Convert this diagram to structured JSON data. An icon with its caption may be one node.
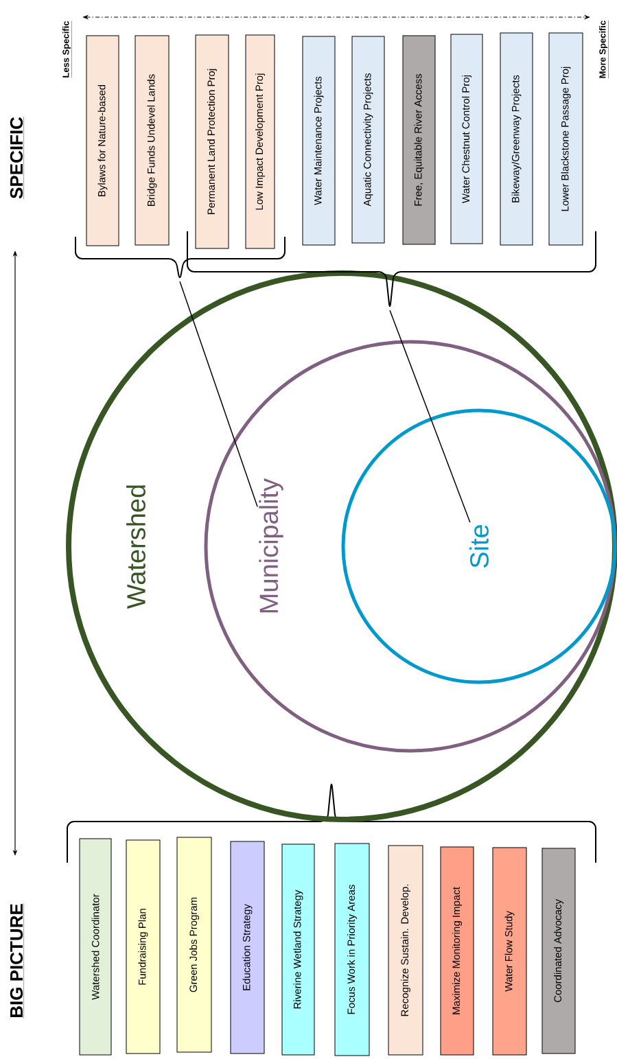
{
  "diagram": {
    "nodes": [
      {
        "text": [
          "Watershed"
        ]
      },
      {
        "text": [
          "Municipality"
        ],
        "in": 0
      },
      {
        "text": [
          "Site"
        ],
        "in": 1
      },
      {
        "text": [
          "Bylaws for Nature-based"
        ]
      },
      {
        "text": [
          "Bridge Funds Undevel Lands"
        ]
      },
      {
        "text": [
          "Permanent Land Protection Proj"
        ]
      },
      {
        "text": [
          "Low Impact Development Proj"
        ]
      },
      {
        "text": [
          "Water Maintenance Projects"
        ]
      },
      {
        "text": [
          "Aquatic Connectivity Projects"
        ]
      },
      {
        "text": [
          "Free, Equitable River Access"
        ]
      },
      {
        "text": [
          "Water Chestnut Control Proj"
        ]
      },
      {
        "text": [
          "Bikeway/Greenway Projects"
        ]
      },
      {
        "text": [
          "Lower Blackstone Passage Proj"
        ]
      },
      {
        "text": [
          "Watershed Coordinator"
        ]
      },
      {
        "text": [
          "Fundraising Plan"
        ]
      },
      {
        "text": [
          "Green Jobs Program"
        ]
      },
      {
        "text": [
          "Education Strategy"
        ]
      },
      {
        "text": [
          "Riverine Wetland Strategy"
        ]
      },
      {
        "text": [
          "Focus Work in Priority Areas"
        ]
      },
      {
        "text": [
          "Recognize Sustain. Develop."
        ]
      },
      {
        "text": [
          "Maximize Monitoring Impact"
        ]
      },
      {
        "text": [
          "Water Flow Study"
        ]
      },
      {
        "text": [
          "Coordinated Advocacy"
        ]
      },
      {
        "text": [],
        "shape": "bracket"
      },
      {
        "text": [],
        "shape": "bracket"
      }
    ],
    "edges": [
      {
        "from": 23,
        "to": 1,
        "arrow": "none"
      },
      {
        "from": 24,
        "to": 2,
        "arrow": "none"
      }
    ],
    "labels": [
      "SPECIFIC",
      "BIG PICTURE",
      "Less Specific",
      "More Specific"
    ]
  }
}
